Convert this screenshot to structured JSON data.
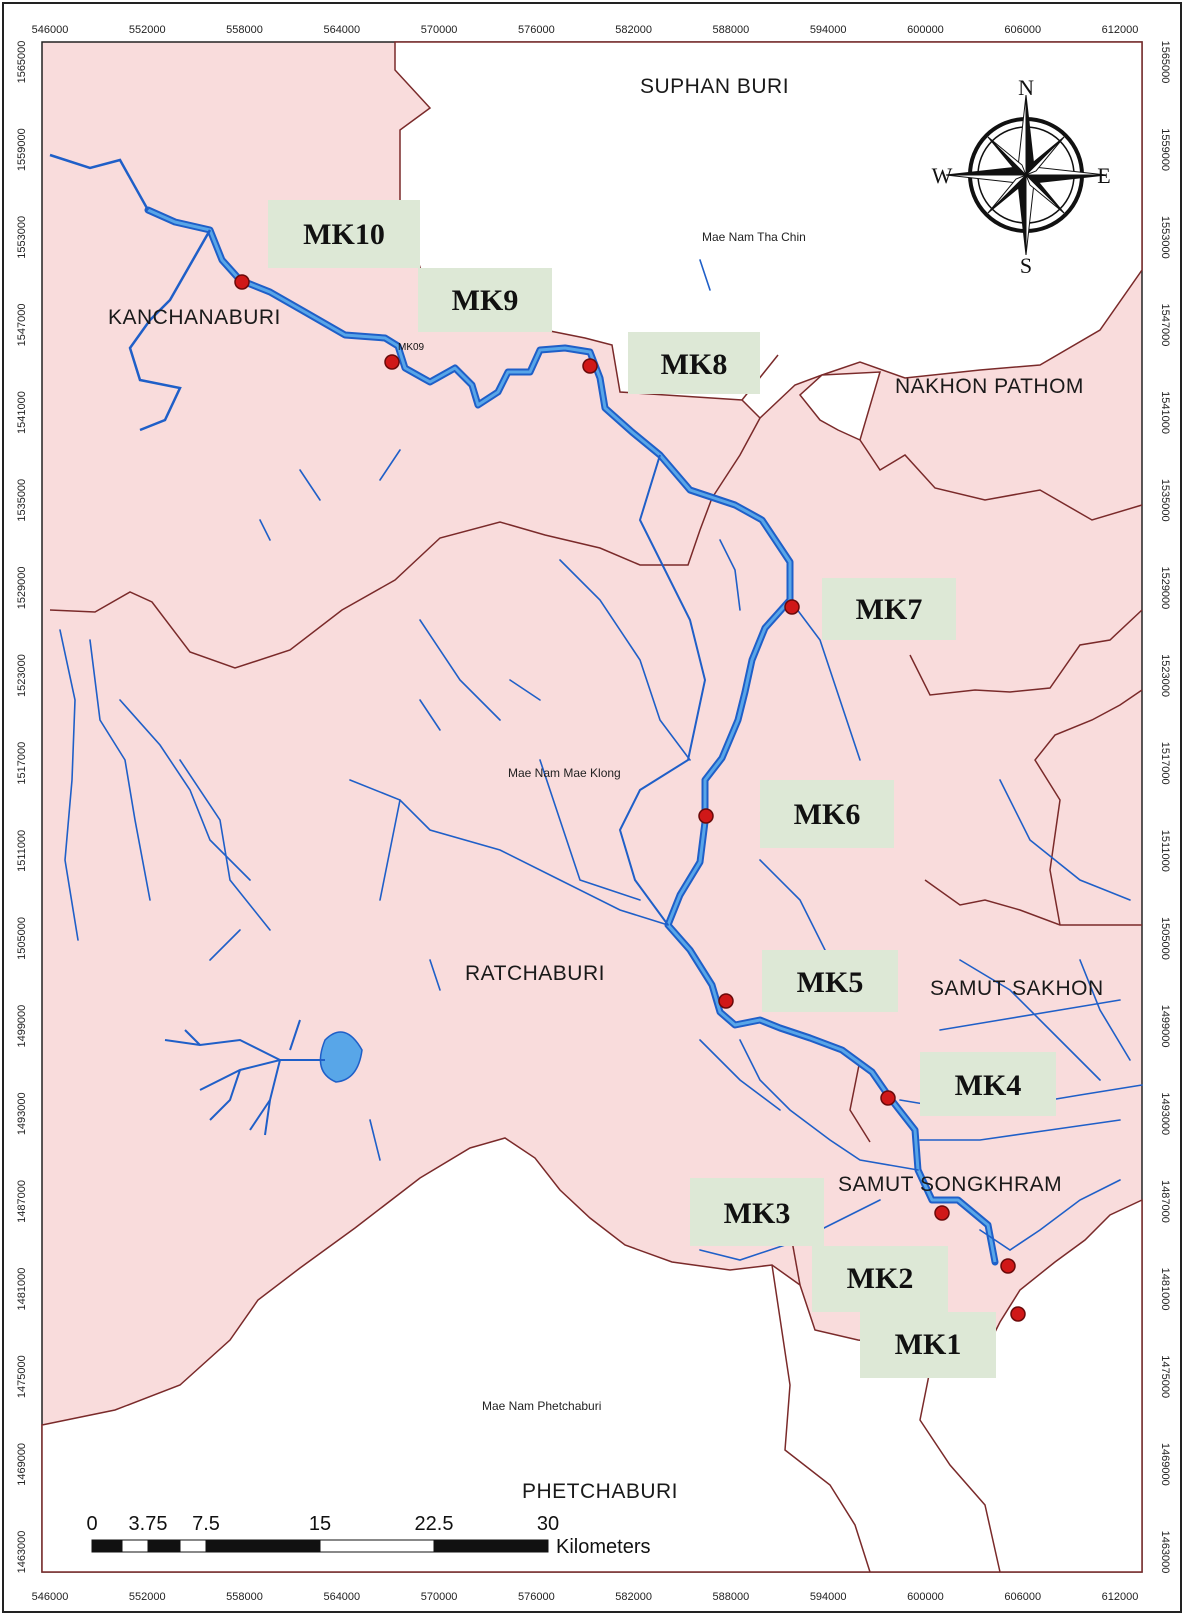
{
  "provinces": [
    {
      "name": "SUPHAN BURI"
    },
    {
      "name": "KANCHANABURI",
      "display": "KANCHANABURI"
    },
    {
      "name": "NAKHON PATHOM"
    },
    {
      "name": "RATCHABURI"
    },
    {
      "name": "SAMUT SAKHON"
    },
    {
      "name": "SAMUT SONGKHRAM"
    },
    {
      "name": "PHETCHABURI"
    }
  ],
  "rivers": [
    {
      "name": "Mae Nam Tha Chin"
    },
    {
      "name": "Mae Nam Mae Klong"
    },
    {
      "name": "Mae Nam Phetchaburi"
    }
  ],
  "stations": [
    {
      "label": "MK10"
    },
    {
      "label": "MK9"
    },
    {
      "label": "MK8"
    },
    {
      "label": "MK7"
    },
    {
      "label": "MK6"
    },
    {
      "label": "MK5"
    },
    {
      "label": "MK4"
    },
    {
      "label": "MK3"
    },
    {
      "label": "MK2"
    },
    {
      "label": "MK1"
    }
  ],
  "small_station_label": "MK09",
  "compass": {
    "n": "N",
    "s": "S",
    "e": "E",
    "w": "W"
  },
  "scalebar": {
    "ticks": [
      "0",
      "3.75",
      "7.5",
      "15",
      "22.5",
      "30"
    ],
    "unit": "Kilometers"
  },
  "axis": {
    "x_ticks": [
      "546000",
      "552000",
      "558000",
      "564000",
      "570000",
      "576000",
      "582000",
      "588000",
      "594000",
      "600000",
      "606000",
      "612000"
    ],
    "y_ticks": [
      "1565000",
      "1559000",
      "1553000",
      "1547000",
      "1541000",
      "1535000",
      "1529000",
      "1523000",
      "1517000",
      "1511000",
      "1505000",
      "1499000",
      "1493000",
      "1487000",
      "1481000",
      "1475000",
      "1469000",
      "1463000"
    ]
  },
  "colors": {
    "province_fill": "#f9dcdc",
    "outside_fill": "#ffffff",
    "boundary": "#7a2a2a",
    "river": "#1f5fc8",
    "river_fill": "#58a6e8",
    "station": "#d01818",
    "label_bg": "#dde8d6"
  }
}
